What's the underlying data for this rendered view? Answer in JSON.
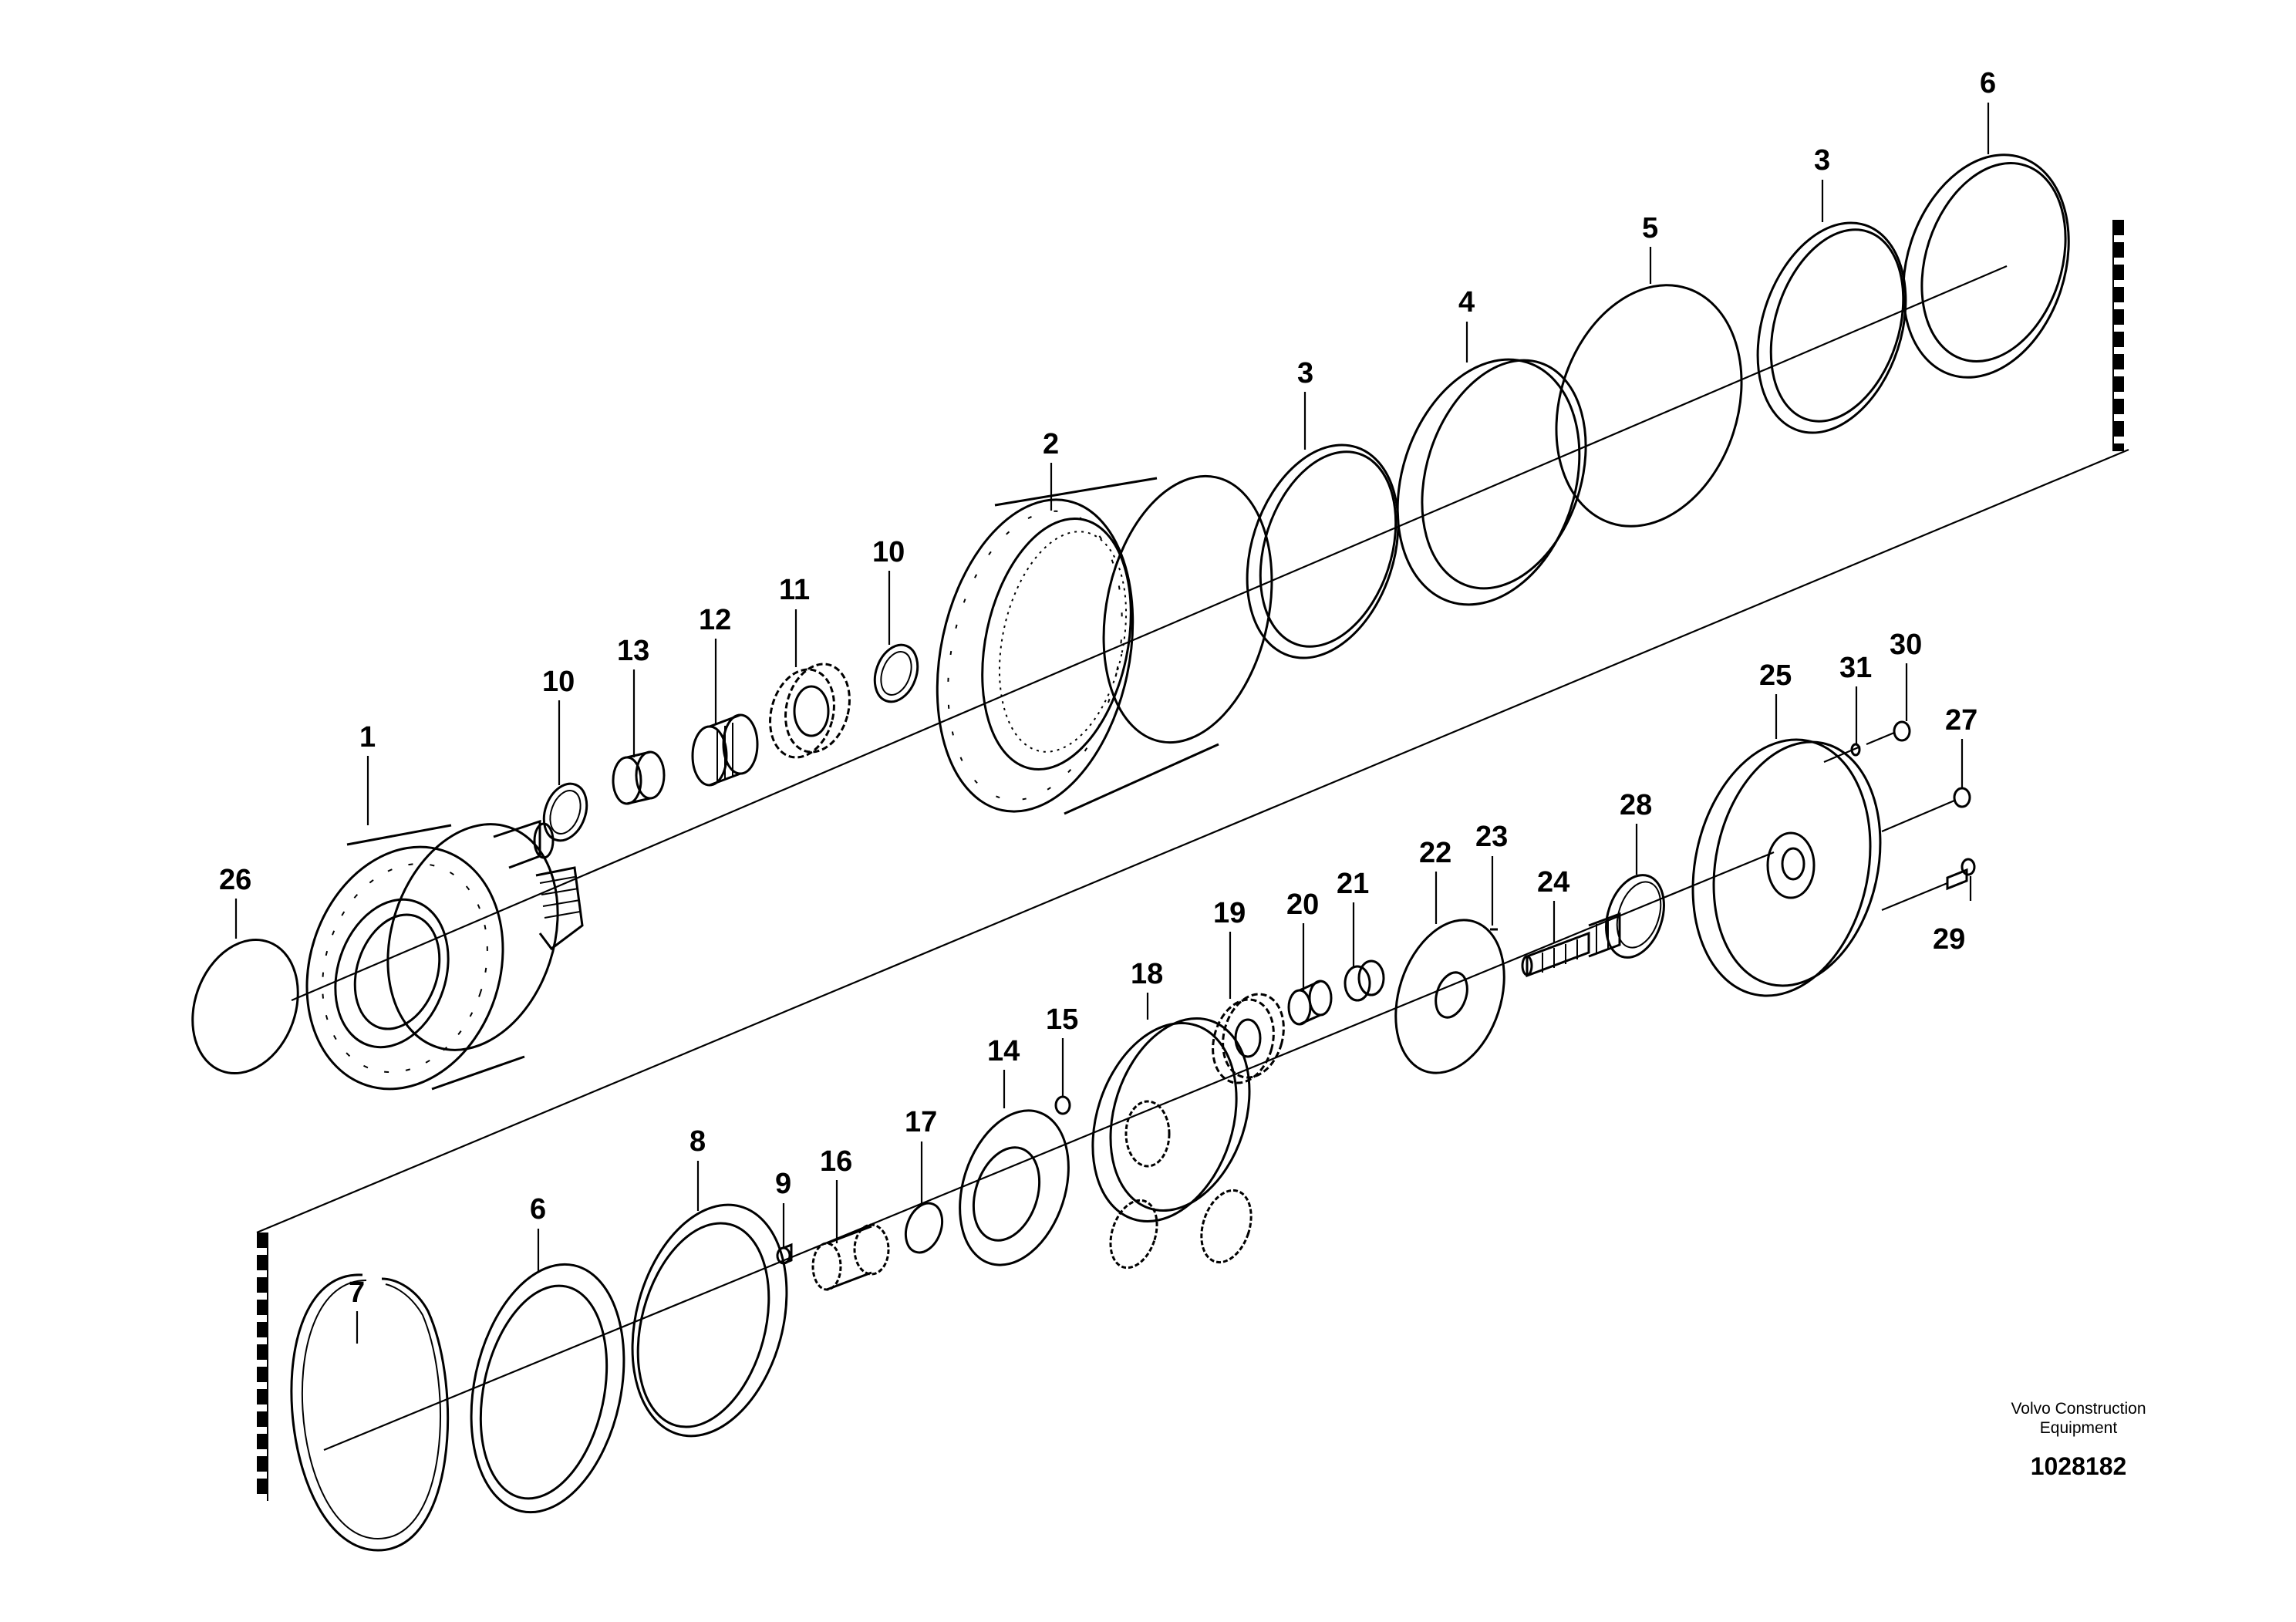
{
  "callouts": [
    {
      "id": "p1",
      "label": "1"
    },
    {
      "id": "p2",
      "label": "2"
    },
    {
      "id": "p3a",
      "label": "3"
    },
    {
      "id": "p3b",
      "label": "3"
    },
    {
      "id": "p4",
      "label": "4"
    },
    {
      "id": "p5",
      "label": "5"
    },
    {
      "id": "p6a",
      "label": "6"
    },
    {
      "id": "p6b",
      "label": "6"
    },
    {
      "id": "p7",
      "label": "7"
    },
    {
      "id": "p8",
      "label": "8"
    },
    {
      "id": "p9",
      "label": "9"
    },
    {
      "id": "p10a",
      "label": "10"
    },
    {
      "id": "p10b",
      "label": "10"
    },
    {
      "id": "p11",
      "label": "11"
    },
    {
      "id": "p12",
      "label": "12"
    },
    {
      "id": "p13",
      "label": "13"
    },
    {
      "id": "p14",
      "label": "14"
    },
    {
      "id": "p15",
      "label": "15"
    },
    {
      "id": "p16",
      "label": "16"
    },
    {
      "id": "p17",
      "label": "17"
    },
    {
      "id": "p18",
      "label": "18"
    },
    {
      "id": "p19",
      "label": "19"
    },
    {
      "id": "p20",
      "label": "20"
    },
    {
      "id": "p21",
      "label": "21"
    },
    {
      "id": "p22",
      "label": "22"
    },
    {
      "id": "p23",
      "label": "23"
    },
    {
      "id": "p24",
      "label": "24"
    },
    {
      "id": "p25",
      "label": "25"
    },
    {
      "id": "p26",
      "label": "26"
    },
    {
      "id": "p27",
      "label": "27"
    },
    {
      "id": "p28",
      "label": "28"
    },
    {
      "id": "p29",
      "label": "29"
    },
    {
      "id": "p30",
      "label": "30"
    },
    {
      "id": "p31",
      "label": "31"
    }
  ],
  "brand": {
    "line1": "Volvo Construction",
    "line2": "Equipment"
  },
  "doc_number": "1028182"
}
